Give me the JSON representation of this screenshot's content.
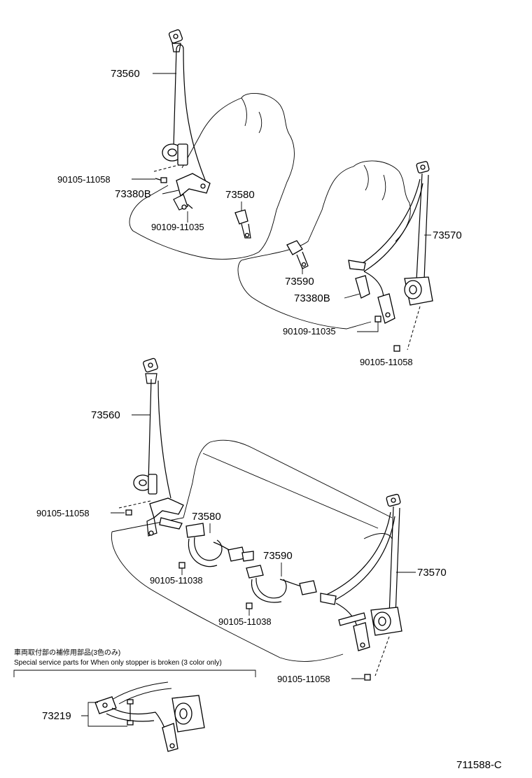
{
  "parts": {
    "upper_left": {
      "belt": "73560",
      "bolt_a": "90105-11058",
      "bracket": "73380B",
      "bolt_b": "90109-11035",
      "buckle": "73580"
    },
    "upper_right": {
      "belt": "73570",
      "buckle": "73590",
      "bracket": "73380B",
      "bolt_b": "90109-11035",
      "bolt_a": "90105-11058"
    },
    "rear": {
      "belt_left": "73560",
      "bolt_left": "90105-11058",
      "buckle_left": "73580",
      "bolt_mid1": "90105-11038",
      "buckle_mid": "73590",
      "bolt_mid2": "90105-11038",
      "belt_right": "73570",
      "bolt_right": "90105-11058"
    },
    "service": {
      "note_jp": "車両取付部の補修用部品(3色のみ)",
      "note_en": "Special service parts for When only stopper is broken (3 color only)",
      "part": "73219"
    }
  },
  "diagram_id": "711588-C"
}
